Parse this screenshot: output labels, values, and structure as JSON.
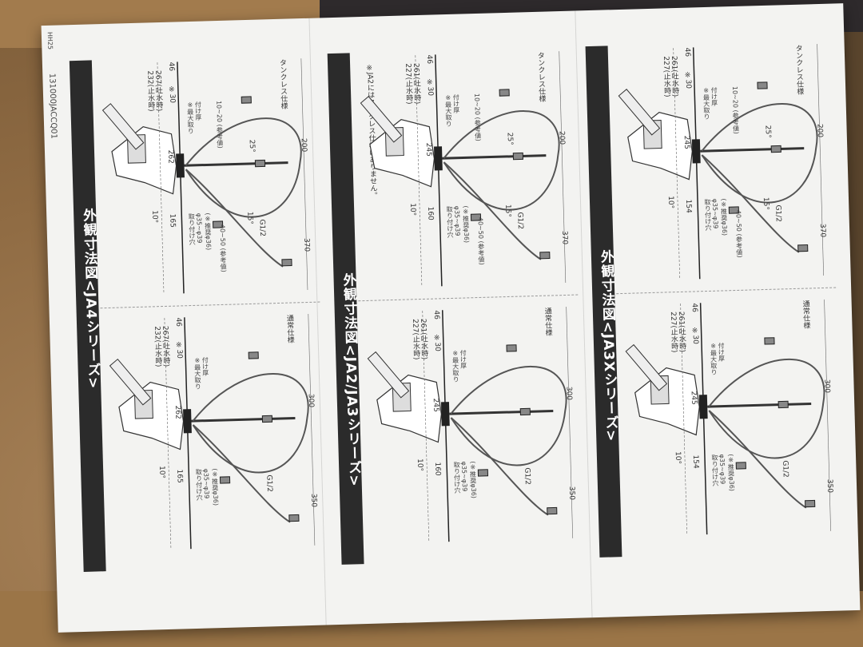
{
  "document": {
    "code": "131000JACCQ01",
    "page_mark": "HH25",
    "panels": [
      {
        "title": "外観寸法図<JA4シリーズ>",
        "note": "",
        "sections": [
          {
            "label": "タンクレス仕様",
            "heights": [
              "232(止水時)",
              "267(吐水時)"
            ],
            "dims": [
              "※30",
              "46",
              "262",
              "10°",
              "165",
              "40~50",
              "(参考値)",
              "10~20",
              "(参考値)",
              "15°",
              "25°",
              "200",
              "370"
            ],
            "mount": [
              "取り付け穴",
              "φ35~φ39",
              "(※推奨φ36)"
            ],
            "thickness": [
              "※最大取り",
              "付け厚"
            ],
            "thread": "G1/2"
          },
          {
            "label": "通常仕様",
            "heights": [
              "232(止水時)",
              "267(吐水時)"
            ],
            "dims": [
              "※30",
              "46",
              "262",
              "10°",
              "165",
              "300",
              "350"
            ],
            "mount": [
              "取り付け穴",
              "φ35~φ39",
              "(※推奨φ36)"
            ],
            "thickness": [
              "※最大取り",
              "付け厚"
            ],
            "thread": "G1/2"
          }
        ]
      },
      {
        "title": "外観寸法図<JA2/JA3シリーズ>",
        "note": "※JA2にはタンクレス仕様はありません。",
        "sections": [
          {
            "label": "タンクレス仕様",
            "heights": [
              "227(止水時)",
              "261(吐水時)"
            ],
            "dims": [
              "※30",
              "46",
              "245",
              "10°",
              "160",
              "40~50",
              "(参考値)",
              "10~20",
              "(参考値)",
              "15°",
              "25°",
              "200",
              "370"
            ],
            "mount": [
              "取り付け穴",
              "φ35~φ39",
              "(※推奨φ36)"
            ],
            "thickness": [
              "※最大取り",
              "付け厚"
            ],
            "thread": "G1/2"
          },
          {
            "label": "通常仕様",
            "heights": [
              "227(止水時)",
              "261(吐水時)"
            ],
            "dims": [
              "※30",
              "46",
              "245",
              "10°",
              "160",
              "300",
              "350"
            ],
            "mount": [
              "取り付け穴",
              "φ35~φ39",
              "(※推奨φ36)"
            ],
            "thickness": [
              "※最大取り",
              "付け厚"
            ],
            "thread": "G1/2"
          }
        ]
      },
      {
        "title": "外観寸法図<JA3Xシリーズ>",
        "note": "",
        "sections": [
          {
            "label": "タンクレス仕様",
            "heights": [
              "227(止水時)",
              "261(吐水時)"
            ],
            "dims": [
              "※30",
              "46",
              "245",
              "10°",
              "154",
              "40~50",
              "(参考値)",
              "10~20",
              "(参考値)",
              "15°",
              "25°",
              "200",
              "370"
            ],
            "mount": [
              "取り付け穴",
              "φ35~φ39",
              "(※推奨φ36)"
            ],
            "thickness": [
              "※最大取り",
              "付け厚"
            ],
            "thread": "G1/2"
          },
          {
            "label": "通常仕様",
            "heights": [
              "227(止水時)",
              "261(吐水時)"
            ],
            "dims": [
              "※30",
              "46",
              "245",
              "10°",
              "154",
              "300",
              "350"
            ],
            "mount": [
              "取り付け穴",
              "φ35~φ39",
              "(※推奨φ36)"
            ],
            "thickness": [
              "※最大取り",
              "付け厚"
            ],
            "thread": "G1/2"
          }
        ]
      }
    ]
  }
}
